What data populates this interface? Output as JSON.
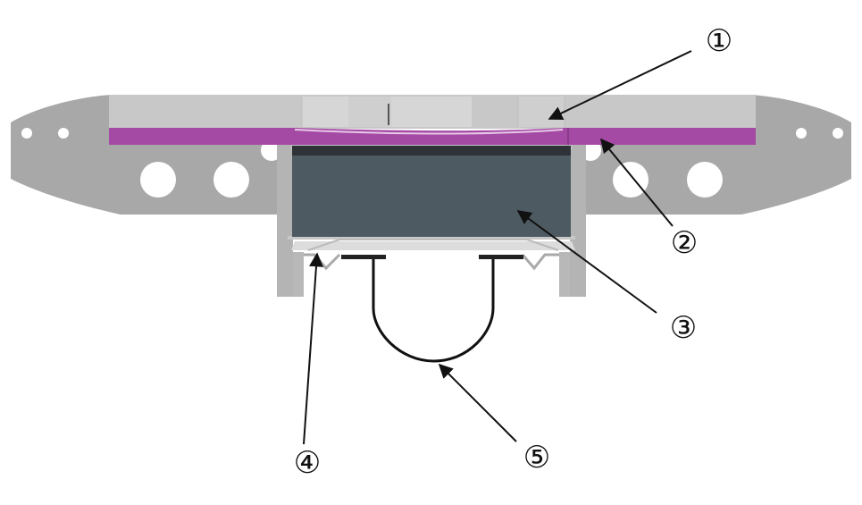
{
  "callouts": [
    {
      "id": "1",
      "label": "①"
    },
    {
      "id": "2",
      "label": "②"
    },
    {
      "id": "3",
      "label": "③"
    },
    {
      "id": "4",
      "label": "④"
    },
    {
      "id": "5",
      "label": "⑤"
    }
  ],
  "colors": {
    "bracket": "#a8a8a8",
    "bracket_dark": "#8f8f8f",
    "top_plate": "#c8c8c8",
    "top_plate_light": "#d6d6d6",
    "membrane": "#a44aa4",
    "block": "#4e5a62",
    "block_top": "#2f3338",
    "frame": "#b4b4b4",
    "tray": "#dcdcdc",
    "cable": "#111111",
    "arrow": "#111111"
  }
}
